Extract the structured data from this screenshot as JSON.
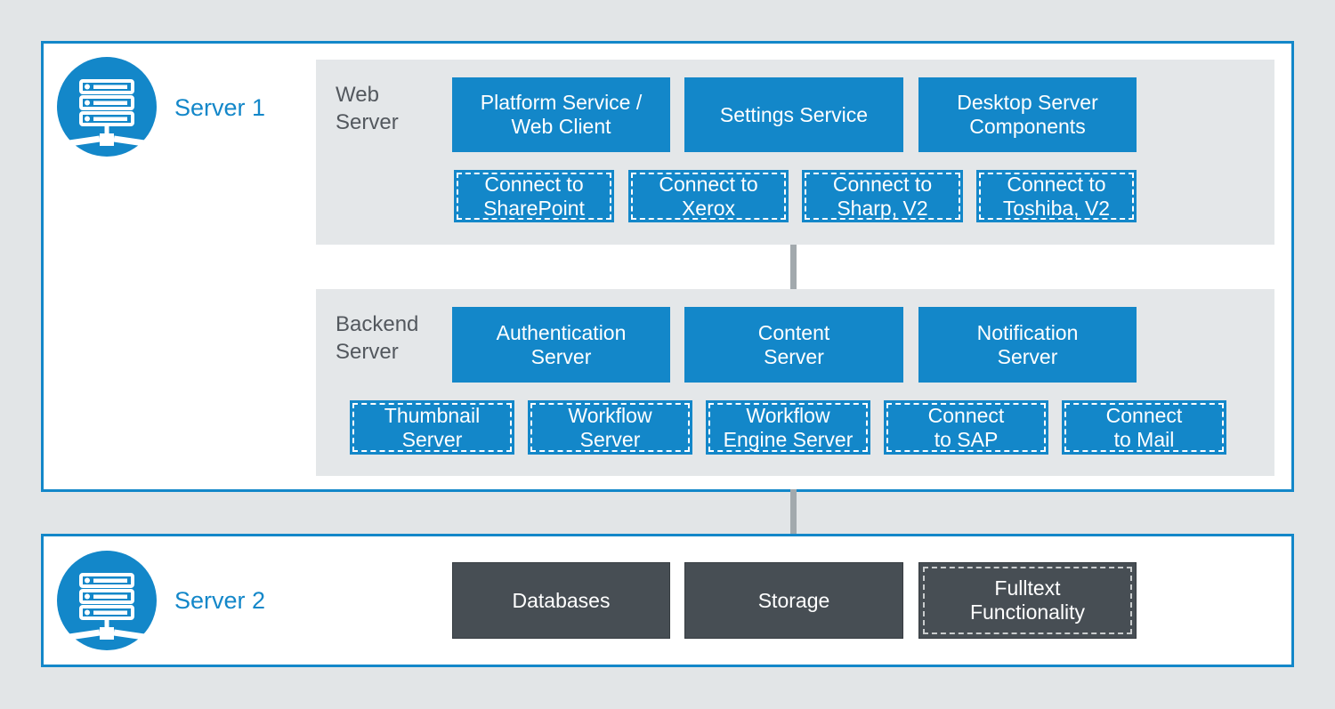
{
  "colors": {
    "accent_blue": "#1387c9",
    "dark_slate": "#474e54",
    "panel_gray": "#e4e7e9",
    "page_background": "#e2e5e7",
    "connector_gray": "#a2a9ad",
    "label_gray": "#53585e"
  },
  "icons": {
    "server1": "server-rack-icon",
    "server2": "server-rack-icon"
  },
  "server1": {
    "label": "Server 1",
    "sections": [
      {
        "label": "Web\nServer",
        "solid_boxes": [
          "Platform Service /\nWeb Client",
          "Settings Service",
          "Desktop Server\nComponents"
        ],
        "dashed_boxes": [
          "Connect to\nSharePoint",
          "Connect to\nXerox",
          "Connect to\nSharp, V2",
          "Connect to\nToshiba, V2"
        ]
      },
      {
        "label": "Backend\nServer",
        "solid_boxes": [
          "Authentication\nServer",
          "Content\nServer",
          "Notification\nServer"
        ],
        "dashed_boxes": [
          "Thumbnail\nServer",
          "Workflow\nServer",
          "Workflow\nEngine Server",
          "Connect\nto SAP",
          "Connect\nto Mail"
        ]
      }
    ]
  },
  "server2": {
    "label": "Server 2",
    "solid_boxes": [
      "Databases",
      "Storage"
    ],
    "dashed_boxes": [
      "Fulltext\nFunctionality"
    ]
  }
}
